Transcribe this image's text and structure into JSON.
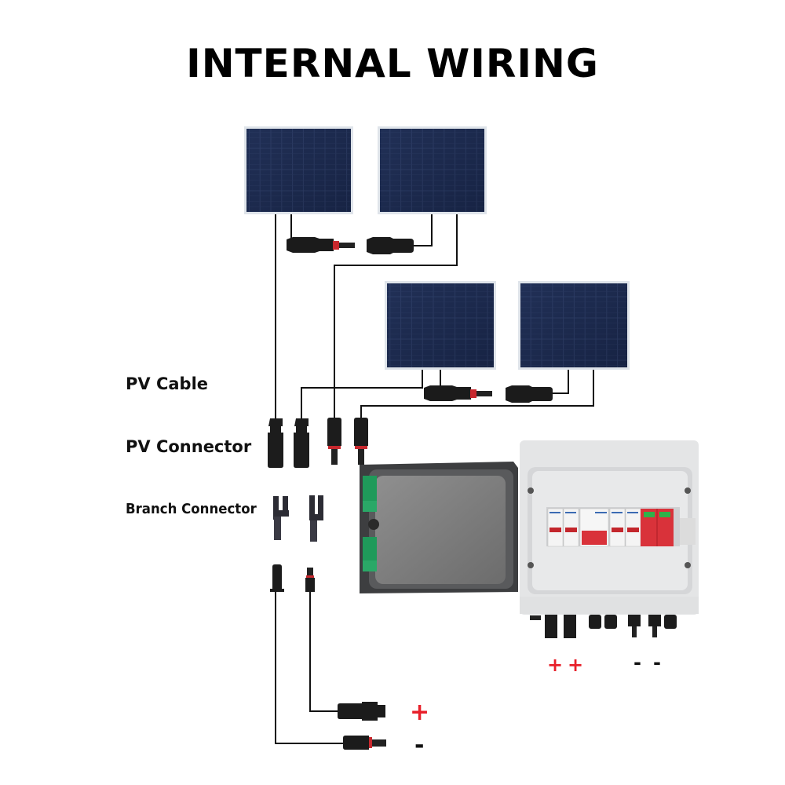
{
  "title": "INTERNAL WIRING",
  "labels": {
    "pv_cable": "PV Cable",
    "pv_connector": "PV Connector",
    "branch_connector": "Branch Connector"
  },
  "panels": [
    {
      "name": "solar-panel-1"
    },
    {
      "name": "solar-panel-2"
    },
    {
      "name": "solar-panel-3"
    },
    {
      "name": "solar-panel-4"
    }
  ],
  "polarity": {
    "output_positive": "+",
    "output_negative": "-",
    "box_terminals": [
      "+",
      "+",
      "-",
      "-"
    ]
  },
  "colors": {
    "positive": "#e8202a",
    "negative": "#111111",
    "panel": "#1b2748",
    "panel_frame": "#d7dde4",
    "breaker_red": "#d9323a",
    "hinge_green": "#1f9a5a",
    "enclosure": "#e6e7e8"
  }
}
